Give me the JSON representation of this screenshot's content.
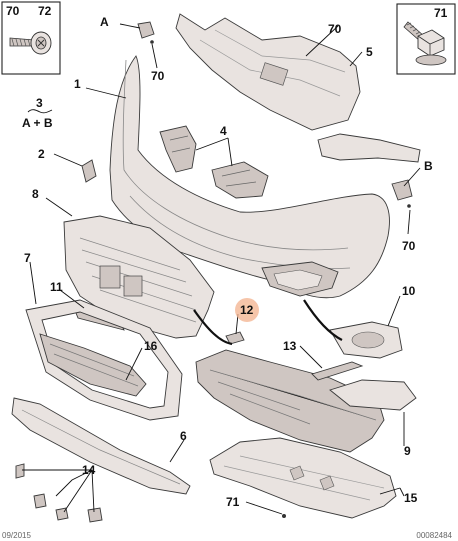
{
  "colors": {
    "part_fill": "#e9e3e0",
    "part_shade": "#cfc6c2",
    "highlight_badge": "#f3b28d",
    "ink": "#111111"
  },
  "callouts": {
    "c1": "1",
    "c2": "2",
    "c3": "3",
    "c3_formula": "A + B",
    "c4": "4",
    "c5": "5",
    "c6": "6",
    "c7": "7",
    "c8": "8",
    "c9": "9",
    "c10": "10",
    "c11": "11",
    "c12": "12",
    "c13": "13",
    "c14": "14",
    "c15": "15",
    "c16": "16",
    "a": "A",
    "b": "B",
    "c70_a": "70",
    "c70_b": "70",
    "c70_c": "70",
    "c71": "71"
  },
  "inset_left": {
    "label_left": "70",
    "label_right": "72",
    "icon": "screw-washer-icon"
  },
  "inset_right": {
    "label": "71",
    "icon": "hex-bolt-icon"
  },
  "footer": {
    "left": "09/2015",
    "right": "00082484"
  }
}
